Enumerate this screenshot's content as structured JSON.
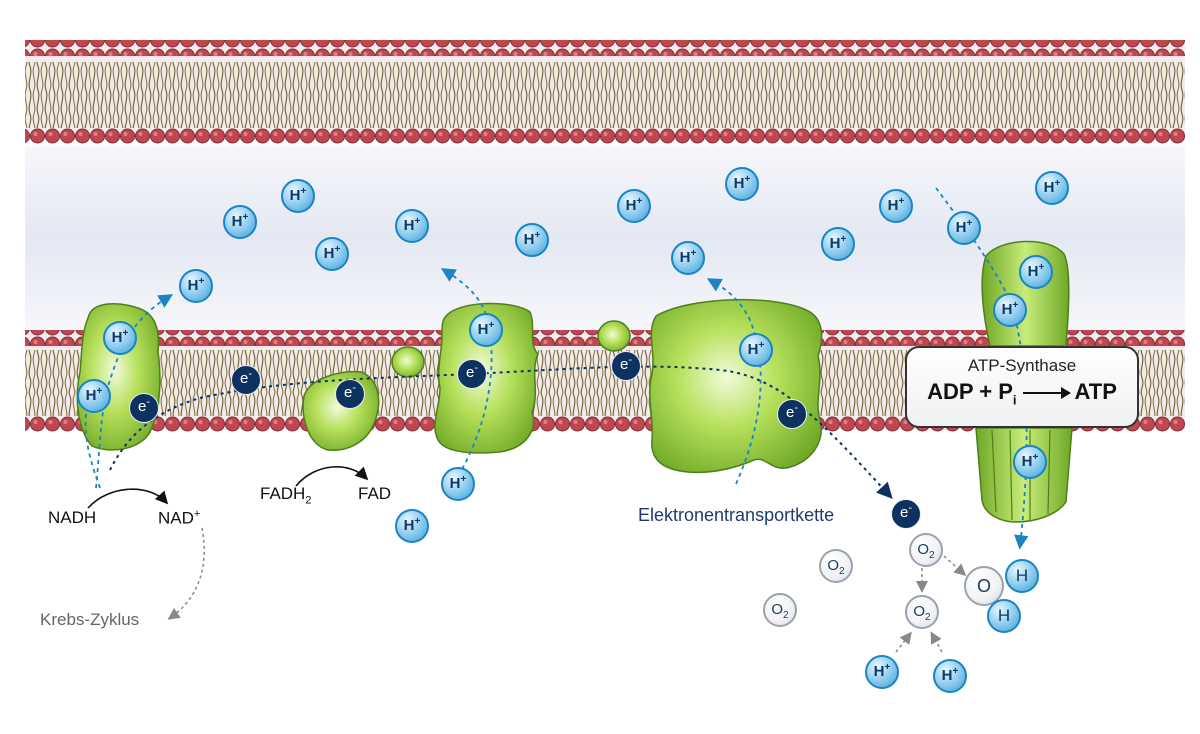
{
  "labels": {
    "nadh": "NADH",
    "nad": "NAD",
    "nad_sup": "+",
    "fadh2": "FADH",
    "fadh2_sub": "2",
    "fad": "FAD",
    "krebs": "Krebs-Zyklus",
    "etc": "Elektronentransportkette",
    "atp_synthase": "ATP-Synthase",
    "adp": "ADP + P",
    "adp_sub": "i",
    "atp": "ATP"
  },
  "particles": {
    "proton": "H",
    "proton_charge": "+",
    "electron": "e",
    "electron_charge": "-",
    "oxygen": "O",
    "oxygen_sub": "2",
    "hydrogen": "H",
    "oxygen_atom": "O"
  },
  "colors": {
    "membrane_head": "#c0464f",
    "intermembrane_space": "#eceff6",
    "protein_green": "#9fd142",
    "proton_blue": "#3e9fd6",
    "electron_navy": "#0d3260",
    "etc_label": "#1c3c6e"
  }
}
